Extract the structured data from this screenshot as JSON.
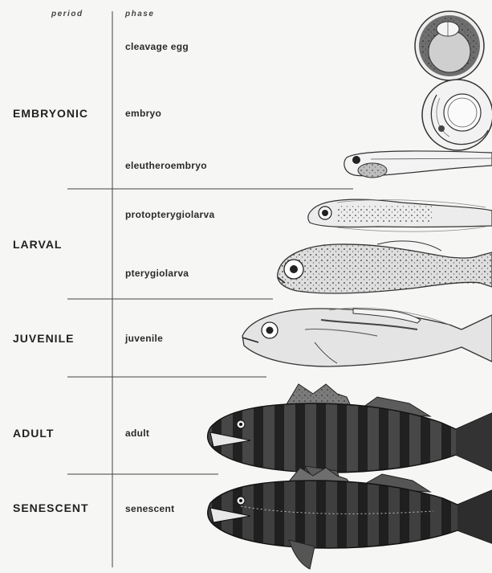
{
  "headers": {
    "period": "period",
    "phase": "phase"
  },
  "periods": [
    {
      "id": "embryonic",
      "label": "EMBRYONIC"
    },
    {
      "id": "larval",
      "label": "LARVAL"
    },
    {
      "id": "juvenile",
      "label": "JUVENILE"
    },
    {
      "id": "adult",
      "label": "ADULT"
    },
    {
      "id": "senescent",
      "label": "SENESCENT"
    }
  ],
  "phases": [
    {
      "id": "cleavage-egg",
      "label": "cleavage egg"
    },
    {
      "id": "embryo",
      "label": "embryo"
    },
    {
      "id": "eleutheroembryo",
      "label": "eleutheroembryo"
    },
    {
      "id": "protopterygiolarva",
      "label": "protopterygiolarva"
    },
    {
      "id": "pterygiolarva",
      "label": "pterygiolarva"
    },
    {
      "id": "juvenile",
      "label": "juvenile"
    },
    {
      "id": "adult",
      "label": "adult"
    },
    {
      "id": "senescent",
      "label": "senescent"
    }
  ],
  "colors": {
    "ink": "#222222",
    "background": "#f6f6f4",
    "rule": "#444444"
  }
}
